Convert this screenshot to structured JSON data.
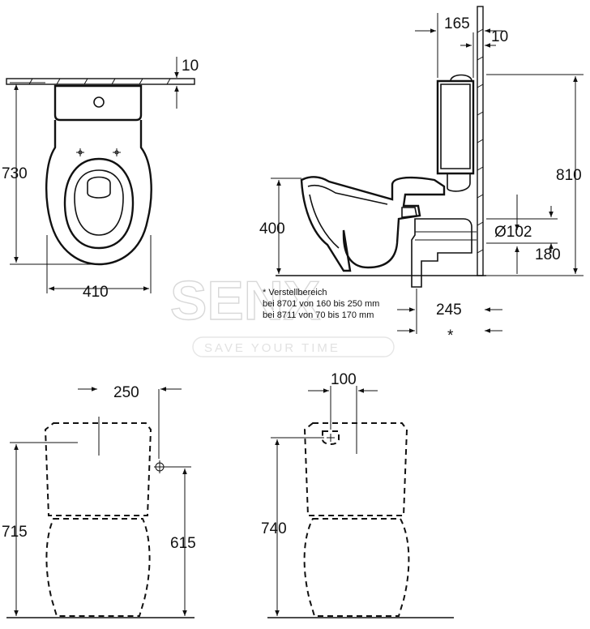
{
  "watermark": {
    "brand": "SENX",
    "tagline": "SAVE YOUR TIME"
  },
  "top_view": {
    "dim_depth": "730",
    "dim_width": "410",
    "dim_wall_gap": "10"
  },
  "side_view": {
    "dim_height_tank": "810",
    "dim_tank_offset": "165",
    "dim_wall_gap": "10",
    "dim_bowl_height": "400",
    "dim_pipe_diameter": "Ø102",
    "dim_pipe_height": "180",
    "dim_outlet_distance": "245",
    "asterisk": "*",
    "note_title": "* Verstellbereich",
    "note_line1": "bei 8701 von 160 bis 250 mm",
    "note_line2": "bei 8711 von  70 bis 170 mm"
  },
  "front_view": {
    "dim_width": "250",
    "dim_total_height": "715",
    "dim_supply_height": "615"
  },
  "back_view": {
    "dim_offset": "100",
    "dim_total_height": "740"
  }
}
